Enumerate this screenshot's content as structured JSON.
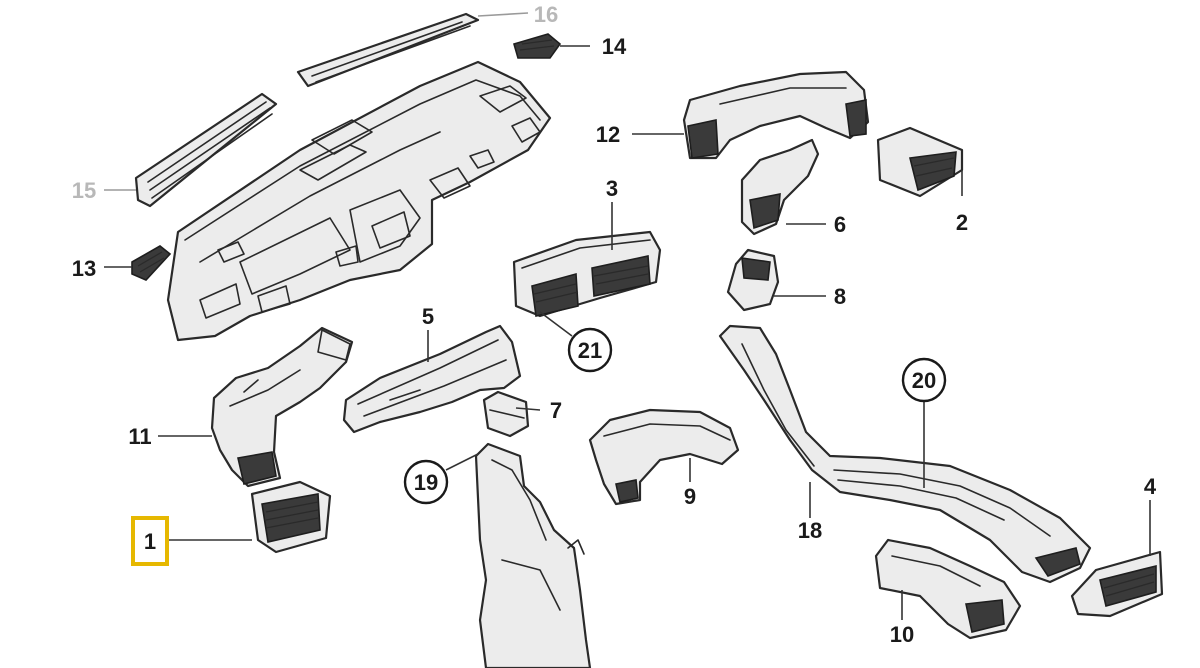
{
  "colors": {
    "line": "#2a2a2a",
    "fill": "#ececec",
    "highlight": "#e6b800",
    "faded_label": "#b8b8b8"
  },
  "callouts": [
    {
      "id": "c1",
      "text": "1",
      "style": "highlighted"
    },
    {
      "id": "c2",
      "text": "2",
      "style": "plain"
    },
    {
      "id": "c3",
      "text": "3",
      "style": "plain"
    },
    {
      "id": "c4",
      "text": "4",
      "style": "plain"
    },
    {
      "id": "c5",
      "text": "5",
      "style": "plain"
    },
    {
      "id": "c6",
      "text": "6",
      "style": "plain"
    },
    {
      "id": "c7",
      "text": "7",
      "style": "plain"
    },
    {
      "id": "c8",
      "text": "8",
      "style": "plain"
    },
    {
      "id": "c9",
      "text": "9",
      "style": "plain"
    },
    {
      "id": "c10",
      "text": "10",
      "style": "plain"
    },
    {
      "id": "c11",
      "text": "11",
      "style": "plain"
    },
    {
      "id": "c12",
      "text": "12",
      "style": "plain"
    },
    {
      "id": "c13",
      "text": "13",
      "style": "plain"
    },
    {
      "id": "c14",
      "text": "14",
      "style": "plain"
    },
    {
      "id": "c15",
      "text": "15",
      "style": "faded"
    },
    {
      "id": "c16",
      "text": "16",
      "style": "faded"
    },
    {
      "id": "c18",
      "text": "18",
      "style": "plain"
    },
    {
      "id": "c19",
      "text": "19",
      "style": "circled"
    },
    {
      "id": "c20",
      "text": "20",
      "style": "circled"
    },
    {
      "id": "c21",
      "text": "21",
      "style": "circled"
    }
  ]
}
